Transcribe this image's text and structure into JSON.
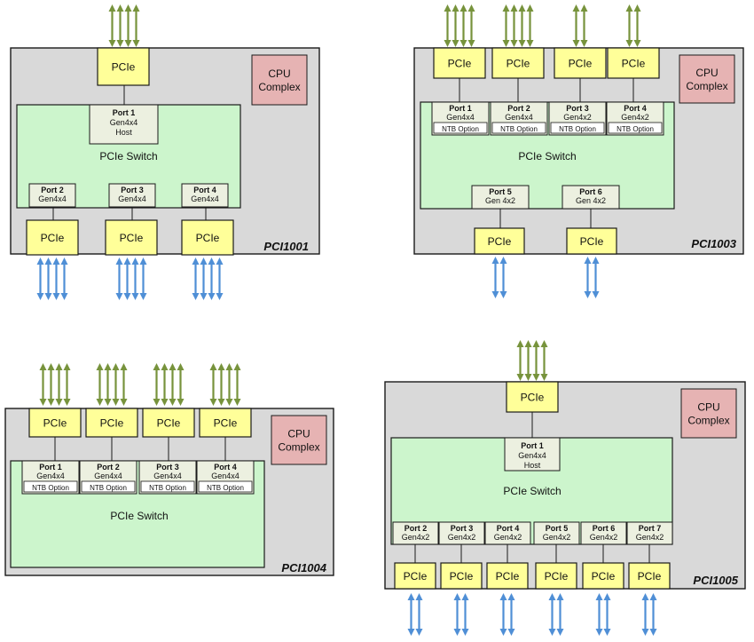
{
  "labels": {
    "pcie": "PCIe",
    "cpu_line1": "CPU",
    "cpu_line2": "Complex",
    "switch": "PCIe Switch",
    "host": "Host",
    "ntb": "NTB Option"
  },
  "colors": {
    "board": "#d9d9d9",
    "switch": "#ccf5cc",
    "pcie": "#ffff99",
    "cpu": "#e6b3b3",
    "port": "#ecf0e0",
    "arrow_green": "#77933c",
    "arrow_blue": "#4f8fd6"
  },
  "diagrams": [
    {
      "id": "pci1001",
      "title": "PCI1001",
      "ports": [
        {
          "label": "Port 1",
          "spec": "Gen4x4",
          "extra": "Host"
        },
        {
          "label": "Port 2",
          "spec": "Gen4x4"
        },
        {
          "label": "Port 3",
          "spec": "Gen4x4"
        },
        {
          "label": "Port 4",
          "spec": "Gen4x4"
        }
      ]
    },
    {
      "id": "pci1003",
      "title": "PCI1003",
      "ports": [
        {
          "label": "Port 1",
          "spec": "Gen4x4",
          "extra": "NTB Option"
        },
        {
          "label": "Port 2",
          "spec": "Gen4x4",
          "extra": "NTB Option"
        },
        {
          "label": "Port 3",
          "spec": "Gen4x2",
          "extra": "NTB Option"
        },
        {
          "label": "Port 4",
          "spec": "Gen4x2",
          "extra": "NTB Option"
        },
        {
          "label": "Port 5",
          "spec": "Gen 4x2"
        },
        {
          "label": "Port 6",
          "spec": "Gen 4x2"
        }
      ]
    },
    {
      "id": "pci1004",
      "title": "PCI1004",
      "ports": [
        {
          "label": "Port 1",
          "spec": "Gen4x4",
          "extra": "NTB Option"
        },
        {
          "label": "Port 2",
          "spec": "Gen4x4",
          "extra": "NTB Option"
        },
        {
          "label": "Port 3",
          "spec": "Gen4x4",
          "extra": "NTB Option"
        },
        {
          "label": "Port 4",
          "spec": "Gen4x4",
          "extra": "NTB Option"
        }
      ]
    },
    {
      "id": "pci1005",
      "title": "PCI1005",
      "ports": [
        {
          "label": "Port 1",
          "spec": "Gen4x4",
          "extra": "Host"
        },
        {
          "label": "Port 2",
          "spec": "Gen4x2"
        },
        {
          "label": "Port 3",
          "spec": "Gen4x2"
        },
        {
          "label": "Port 4",
          "spec": "Gen4x2"
        },
        {
          "label": "Port 5",
          "spec": "Gen4x2"
        },
        {
          "label": "Port 6",
          "spec": "Gen4x2"
        },
        {
          "label": "Port 7",
          "spec": "Gen4x2"
        }
      ]
    }
  ]
}
